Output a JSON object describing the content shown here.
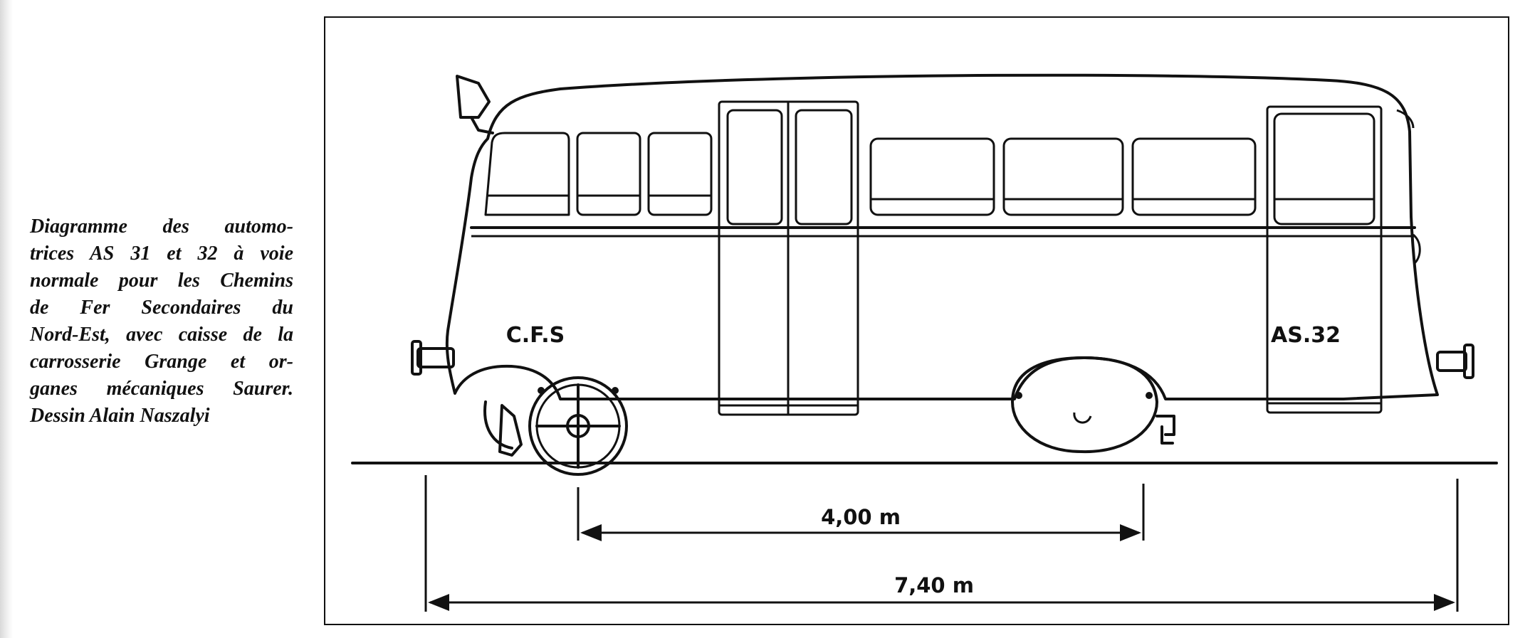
{
  "caption": {
    "lines": [
      "Diagramme des automo-",
      "trices AS 31 et 32 à voie",
      "normale pour les Chemins",
      "de Fer Secondaires du",
      "Nord-Est, avec caisse de la",
      "carrosserie Grange et or-",
      "ganes mécaniques Saurer.",
      "Dessin Alain Naszalyi"
    ]
  },
  "diagram": {
    "body_markings": {
      "operator": "C.F.S",
      "number": "AS.32"
    },
    "dimensions": {
      "wheelbase": "4,00 m",
      "overall_length": "7,40 m"
    }
  }
}
